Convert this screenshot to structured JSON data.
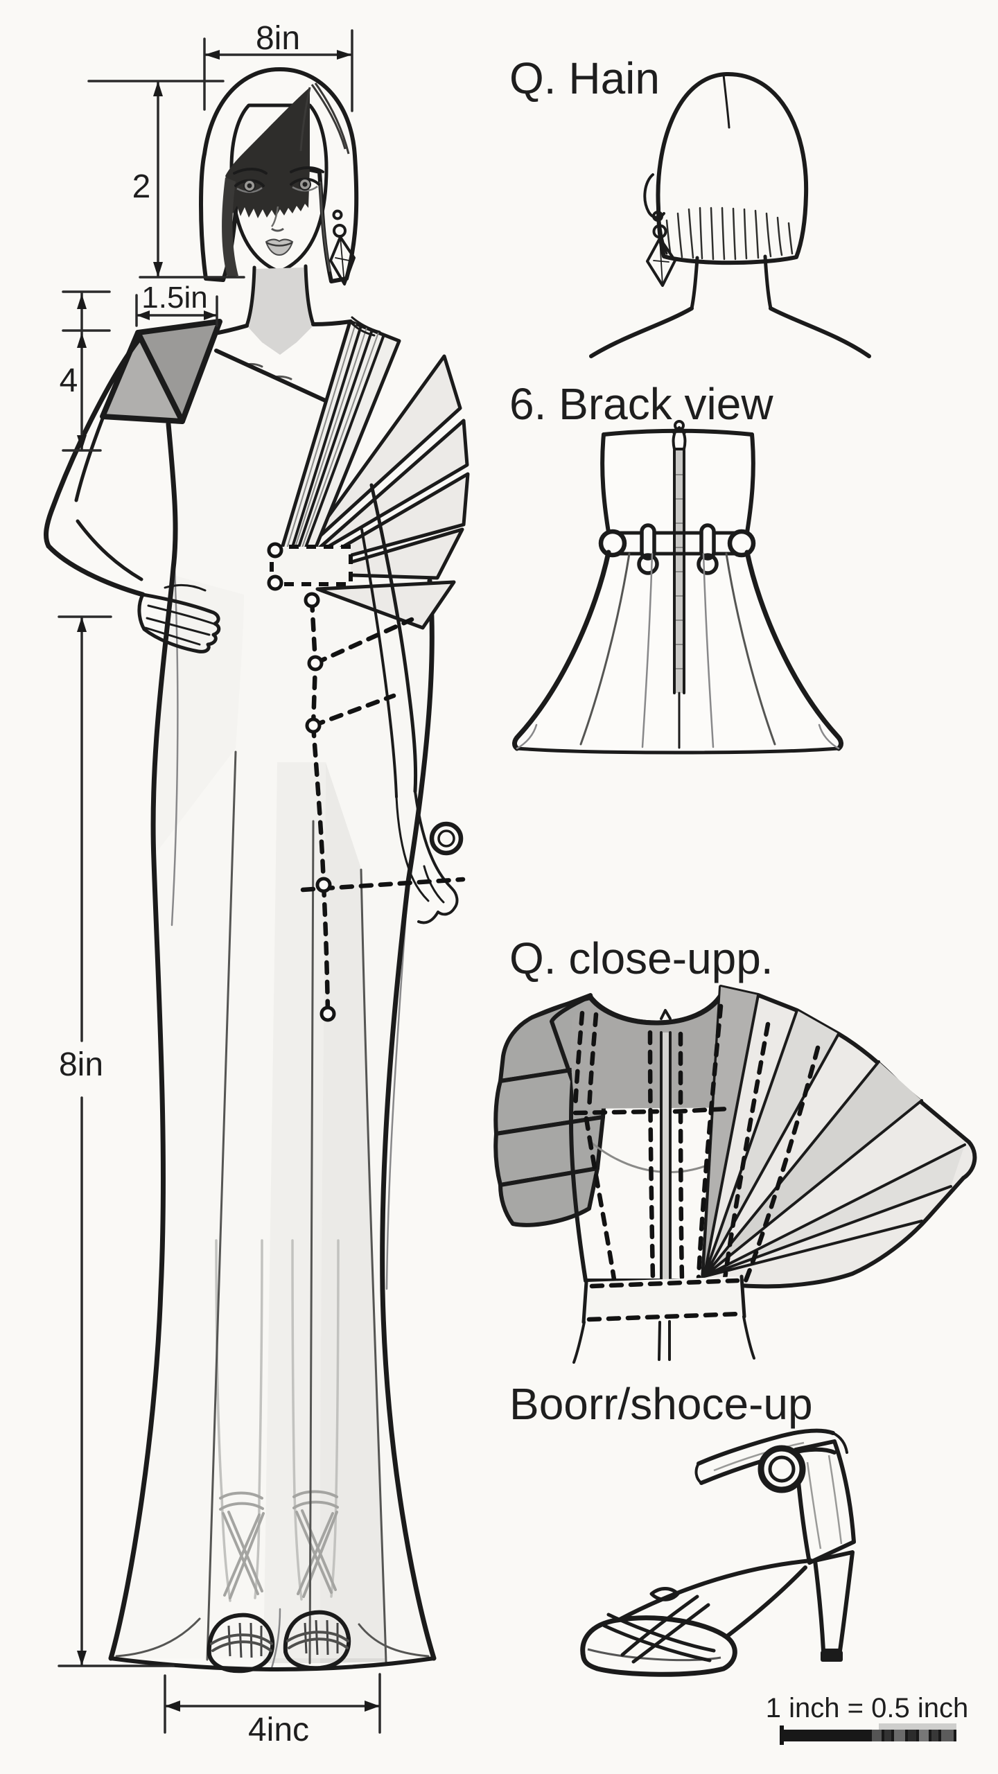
{
  "canvas": {
    "background": "#faf9f6",
    "line_color": "#1b1b1b",
    "accent_grays": {
      "dark": "#9b9a98",
      "mid": "#c9c8c6",
      "light": "#eceae7"
    }
  },
  "front_view": {
    "description": "front fashion figure with dimension annotations",
    "dims": {
      "head_width": "8in",
      "head_height": "2",
      "shoulder_inset": "1.5in",
      "shoulder_panel_depth": "4",
      "skirt_length": "8in",
      "hem_width": "4inc"
    }
  },
  "sections": {
    "hair_back": {
      "label": "Q. Hain"
    },
    "back_view": {
      "label": "6. Brack view"
    },
    "bodice_closeup": {
      "label": "Q. close-upp."
    },
    "shoe_closeup": {
      "label": "Boorr/shoce-up"
    }
  },
  "scale_bar": {
    "label": "1 inch = 0.5 inch"
  }
}
